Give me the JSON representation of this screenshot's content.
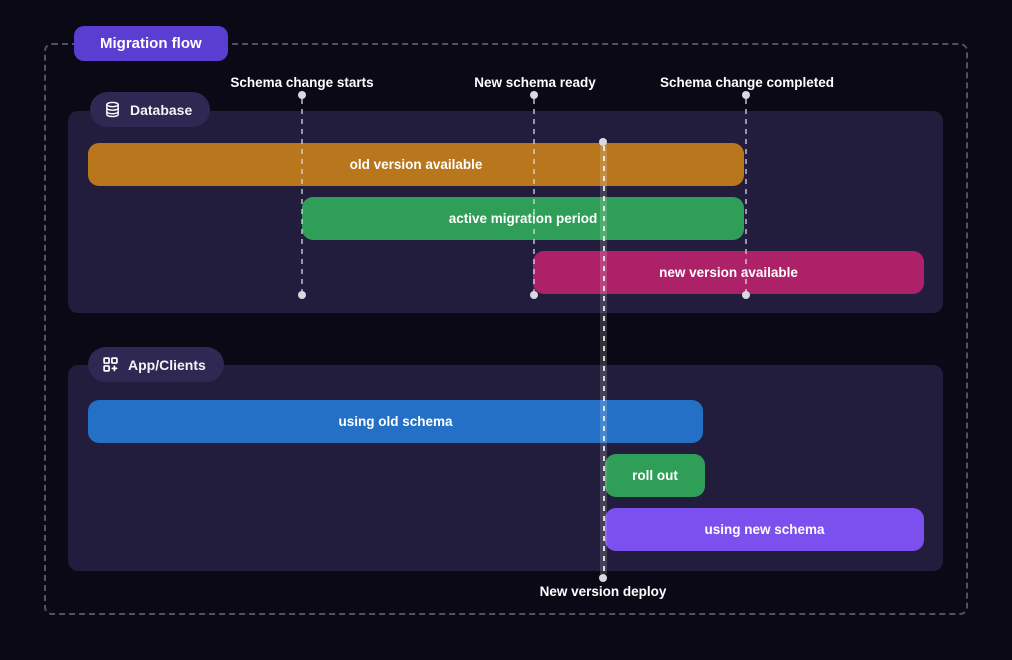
{
  "title": "Migration flow",
  "colors": {
    "background": "#0b0916",
    "panel": "#221d3c",
    "lane_pill": "#2e2853",
    "title_pill": "#5a3ed2",
    "bar_orange": "#b8771d",
    "bar_green": "#2f9e57",
    "bar_pink": "#ad2168",
    "bar_blue": "#2470c6",
    "bar_purple": "#7b50ee",
    "guide_dot": "#d8d8e0"
  },
  "milestones": [
    {
      "label": "Schema change starts"
    },
    {
      "label": "New schema ready"
    },
    {
      "label": "Schema change completed"
    },
    {
      "label": "New version deploy"
    }
  ],
  "lanes": [
    {
      "label": "Database",
      "icon": "database-icon",
      "bars": [
        {
          "label": "old version available",
          "color": "#b8771d"
        },
        {
          "label": "active migration period",
          "color": "#2f9e57"
        },
        {
          "label": "new version available",
          "color": "#ad2168"
        }
      ]
    },
    {
      "label": "App/Clients",
      "icon": "apps-plus-icon",
      "bars": [
        {
          "label": "using old schema",
          "color": "#2470c6"
        },
        {
          "label": "roll out",
          "color": "#2f9e57"
        },
        {
          "label": "using new schema",
          "color": "#7b50ee"
        }
      ]
    }
  ]
}
